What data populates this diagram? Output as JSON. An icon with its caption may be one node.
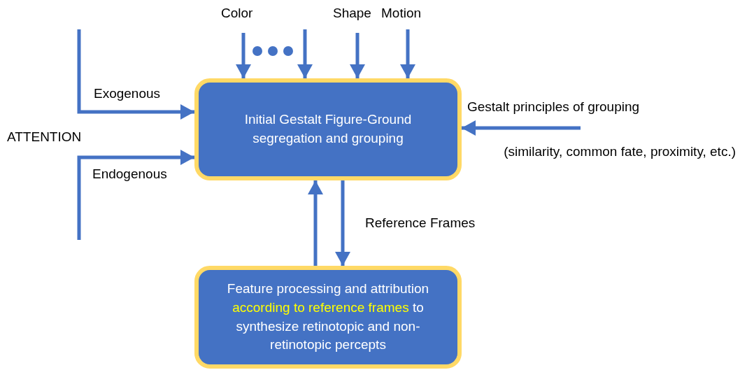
{
  "diagram": {
    "nodes": [
      {
        "text": [
          "Initial Gestalt Figure-Ground segregation and grouping"
        ]
      },
      {
        "text": [
          "Feature processing and attribution *according to reference frames* to synthesize retinotopic and non-retinotopic percepts"
        ]
      }
    ],
    "edges": [
      {
        "from": null,
        "to": 0,
        "arrow": "to",
        "label": "Color"
      },
      {
        "from": null,
        "to": 0,
        "arrow": "to"
      },
      {
        "from": null,
        "to": 0,
        "arrow": "to",
        "label": "Shape"
      },
      {
        "from": null,
        "to": 0,
        "arrow": "to",
        "label": "Motion"
      },
      {
        "from": null,
        "to": 0,
        "arrow": "to",
        "label": "Exogenous"
      },
      {
        "from": null,
        "to": 0,
        "arrow": "to",
        "label": "Endogenous"
      },
      {
        "from": null,
        "to": 0,
        "arrow": "to",
        "label": "Gestalt principles of grouping"
      },
      {
        "from": 1,
        "to": 0,
        "arrow": "to"
      },
      {
        "from": 0,
        "to": 1,
        "arrow": "to",
        "label": "Reference Frames"
      }
    ],
    "labels": [
      "ATTENTION",
      "(similarity, common fate, proximity, etc.)"
    ]
  }
}
